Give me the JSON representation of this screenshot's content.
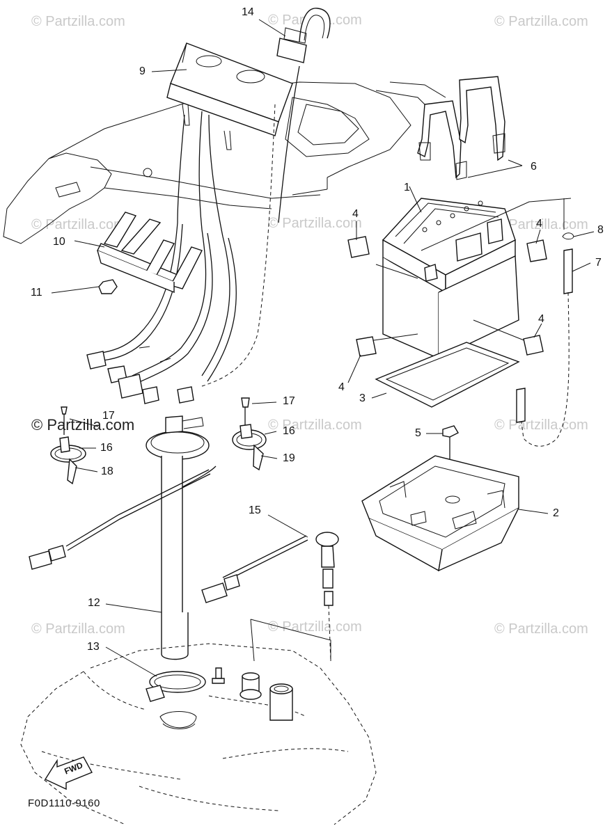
{
  "watermarks": {
    "text": "© Partzilla.com",
    "emphasized_text": "© Partzilla.com"
  },
  "callouts": {
    "c1": "1",
    "c2": "2",
    "c3": "3",
    "c4a": "4",
    "c4b": "4",
    "c4c": "4",
    "c4d": "4",
    "c5": "5",
    "c6": "6",
    "c7": "7",
    "c8": "8",
    "c9": "9",
    "c10": "10",
    "c11": "11",
    "c12": "12",
    "c13": "13",
    "c14": "14",
    "c15": "15",
    "c16a": "16",
    "c16b": "16",
    "c17a": "17",
    "c17b": "17",
    "c18": "18",
    "c19": "19"
  },
  "direction_arrow": {
    "label": "FWD"
  },
  "diagram_code": "F0D1110-9160",
  "icons": {
    "battery": "battery-icon",
    "battery_box": "battery-box-icon",
    "fwd_arrow": "forward-arrow-icon"
  }
}
